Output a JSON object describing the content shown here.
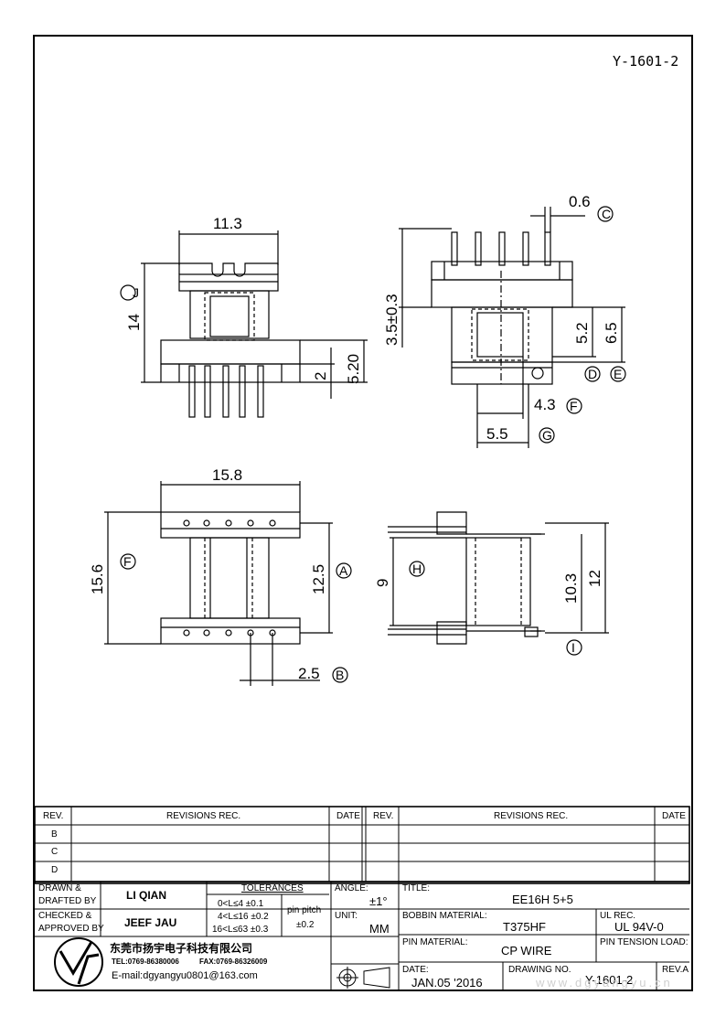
{
  "drawing_number_top": "Y-1601-2",
  "dimensions": {
    "front_width": "11.3",
    "front_height": "14",
    "front_label_j": "J",
    "front_base": "5.20",
    "front_pin": "2",
    "side_pin_thk": "0.6",
    "side_label_c": "C",
    "side_height": "3.5±0.3",
    "side_h1": "5.2",
    "side_h2": "6.5",
    "side_label_d": "D",
    "side_label_e": "E",
    "side_w1": "4.3",
    "side_label_f": "F",
    "side_w2": "5.5",
    "side_label_g": "G",
    "top_width": "15.8",
    "top_height": "15.6",
    "top_label_f": "F",
    "top_inner": "12.5",
    "top_label_a": "A",
    "top_pitch": "2.5",
    "top_label_b": "B",
    "side2_inner": "9",
    "side2_label_h": "H",
    "side2_h1": "10.3",
    "side2_h2": "12",
    "side2_label_i": "I"
  },
  "revisions": {
    "rev_header": "REV.",
    "rec_header": "REVISIONS   REC.",
    "date_header": "DATE",
    "rows": [
      "B",
      "C",
      "D"
    ]
  },
  "title_block": {
    "drawn_label": "DRAWN &\nDRAFTED BY",
    "drawn_label_1": "DRAWN &",
    "drawn_label_2": "DRAFTED BY",
    "drawn_value": "LI QIAN",
    "checked_label_1": "CHECKED &",
    "checked_label_2": "APPROVED BY",
    "checked_value": "JEEF JAU",
    "tolerances_header": "TOLERANCES",
    "tol_1": "0<L≤4    ±0.1",
    "tol_2": "4<L≤16  ±0.2",
    "tol_3": "16<L≤63  ±0.3",
    "pin_pitch_label": "pin pitch",
    "pin_pitch_value": "±0.2",
    "angle_label": "ANGLE:",
    "angle_value": "±1°",
    "unit_label": "UNIT:",
    "unit_value": "MM",
    "title_label": "TITLE:",
    "title_value": "EE16H  5+5",
    "bobbin_label": "BOBBIN MATERIAL:",
    "bobbin_value": "T375HF",
    "ul_label": "UL REC.",
    "ul_value": "UL 94V-0",
    "pin_material_label": "PIN MATERIAL:",
    "pin_material_value": "CP WIRE",
    "pin_tension_label": "PIN TENSION LOAD:",
    "date_label": "DATE:",
    "date_value": "JAN.05 '2016",
    "drawing_no_label": "DRAWING NO.",
    "drawing_no_value": "Y-1601-2",
    "rev_label": "REV.A",
    "company_name": "东莞市扬宇电子科技有限公司",
    "company_tel": "TEL:0769-86380006",
    "company_fax": "FAX:0769-86326009",
    "company_email": "E-mail:dgyangyu0801@163.com",
    "watermark": "www.dgyangyu.cn"
  }
}
